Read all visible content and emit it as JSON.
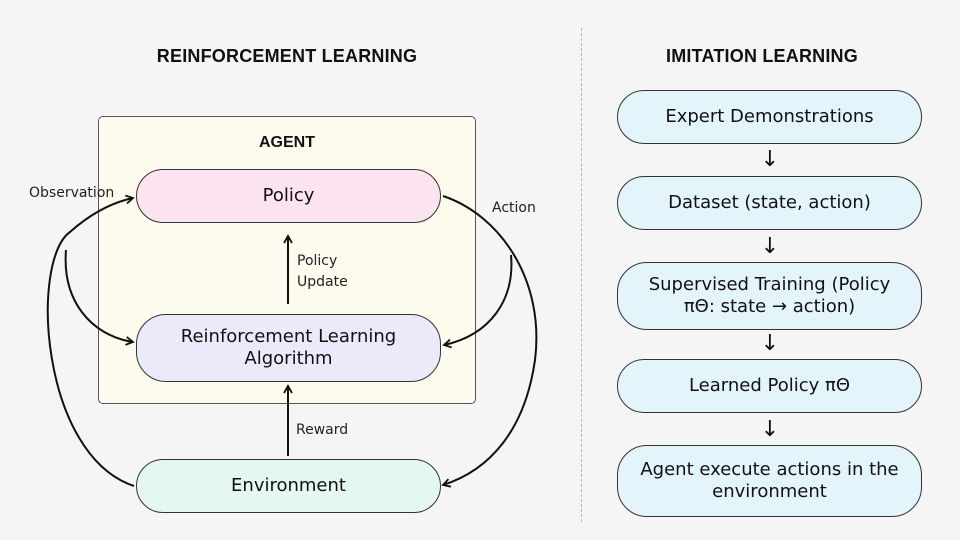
{
  "rl": {
    "title": "REINFORCEMENT LEARNING",
    "agent_label": "AGENT",
    "policy": "Policy",
    "algorithm": "Reinforcement Learning Algorithm",
    "environment": "Environment",
    "observation": "Observation",
    "action": "Action",
    "policy_update": "Policy Update",
    "reward": "Reward"
  },
  "il": {
    "title": "IMITATION LEARNING",
    "steps": [
      "Expert Demonstrations",
      "Dataset (state, action)",
      "Supervised Training (Policy πΘ: state → action)",
      "Learned Policy πΘ",
      "Agent execute actions in the environment"
    ]
  }
}
